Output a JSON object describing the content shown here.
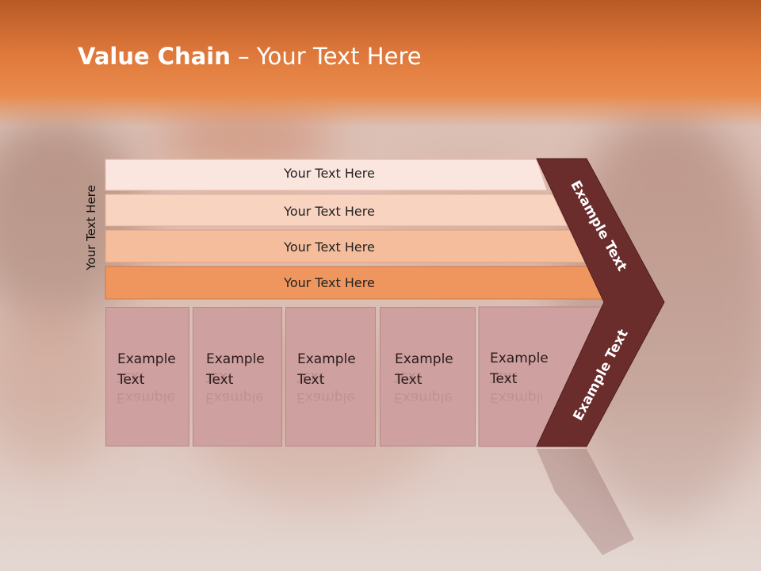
{
  "title": {
    "bold": "Value Chain",
    "rest": " – Your Text Here"
  },
  "side_label": "Your Text Here",
  "support_rows": [
    {
      "label": "Your Text Here"
    },
    {
      "label": "Your Text Here"
    },
    {
      "label": "Your Text Here"
    },
    {
      "label": "Your Text Here"
    }
  ],
  "primary_cells": [
    {
      "line1": "Example",
      "line2": "Text"
    },
    {
      "line1": "Example",
      "line2": "Text"
    },
    {
      "line1": "Example",
      "line2": "Text"
    },
    {
      "line1": "Example",
      "line2": "Text"
    },
    {
      "line1": "Example",
      "line2": "Text"
    }
  ],
  "margin_labels": {
    "upper": "Example Text",
    "lower": "Example Text"
  },
  "colors": {
    "row1": "#fbe6df",
    "row2": "#f8d3c0",
    "row3": "#f5bd9c",
    "row4": "#ee965e",
    "cell": "#cfa0a0",
    "chevron": "#6b2c2c",
    "header": "#e07a3c"
  }
}
